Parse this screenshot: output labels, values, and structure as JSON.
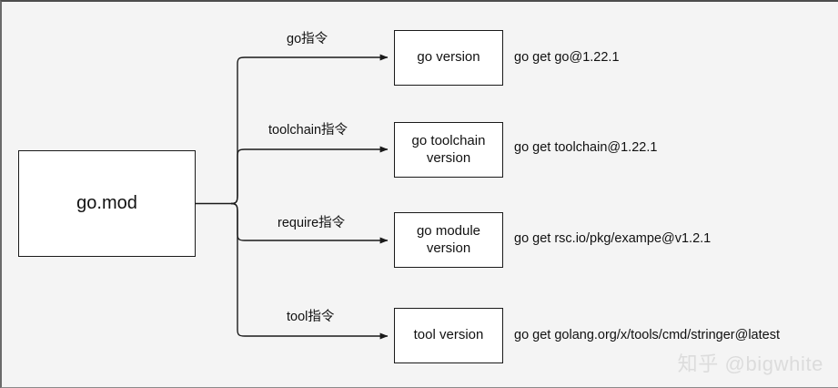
{
  "diagram": {
    "title_node": {
      "label": "go.mod"
    },
    "branches": [
      {
        "edge_label": "go指令",
        "node_label": "go version",
        "annotation": "go get go@1.22.1"
      },
      {
        "edge_label": "toolchain指令",
        "node_label": "go toolchain version",
        "node_label_line1": "go toolchain",
        "node_label_line2": "version",
        "annotation": "go get toolchain@1.22.1"
      },
      {
        "edge_label": "require指令",
        "node_label": "go module version",
        "node_label_line1": "go module",
        "node_label_line2": "version",
        "annotation": "go get rsc.io/pkg/exampe@v1.2.1"
      },
      {
        "edge_label": "tool指令",
        "node_label": "tool version",
        "annotation": "go get golang.org/x/tools/cmd/stringer@latest"
      }
    ],
    "watermark": "知乎 @bigwhite",
    "colors": {
      "canvas_background": "#f4f4f4",
      "node_fill": "#ffffff",
      "node_stroke": "#1a1a1a",
      "edge_stroke": "#1a1a1a",
      "text": "#111111",
      "watermark": "#dcdcdc"
    }
  }
}
